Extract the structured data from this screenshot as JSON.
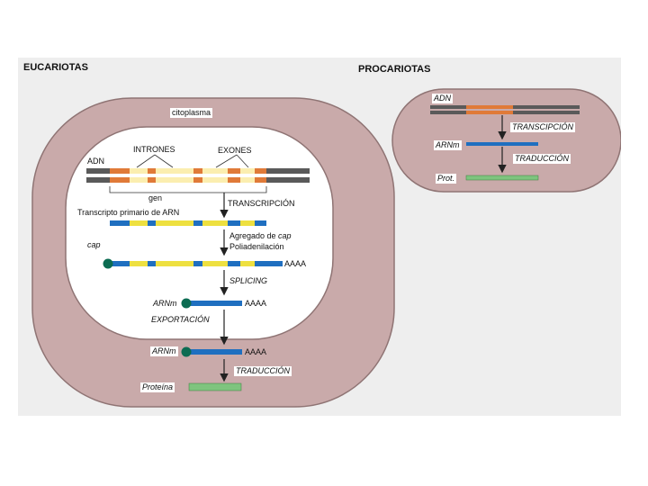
{
  "eucariotas": {
    "heading": "EUCARIOTAS",
    "cytoplasm_label": "citoplasma",
    "dna_label": "ADN",
    "introns_label": "INTRONES",
    "exons_label": "EXONES",
    "gene_label": "gen",
    "transcription_label": "TRANSCRIPCIÓN",
    "primary_transcript_label": "Transcripto primario de ARN",
    "cap_step_line1_prefix": "Agregado de ",
    "cap_step_line1_italic": "cap",
    "cap_step_line2": "Poliadenilación",
    "cap_label": "cap",
    "polya_1": "AAAA",
    "splicing_label": "SPLICING",
    "mrna_label_1": "ARNm",
    "polya_2": "AAAA",
    "export_label": "EXPORTACIÓN",
    "mrna_label_2": "ARNm",
    "polya_3": "AAAA",
    "translation_label": "TRADUCCIÓN",
    "protein_label": "Proteína"
  },
  "procariotas": {
    "heading": "PROCARIOTAS",
    "dna_label": "ADN",
    "transcription_label": "TRANSCIPCIÓN",
    "mrna_label": "ARNm",
    "translation_label": "TRADUCCIÓN",
    "protein_label": "Prot."
  },
  "colors": {
    "figure_background": "#eeeeee",
    "cell_fill": "#c9aaaa",
    "cell_stroke": "#8f7474",
    "nucleus_fill": "#ffffff",
    "dna_strand": "#5a5a5a",
    "exon": "#e07a38",
    "intron": "#fbeeb0",
    "rna_blue": "#1f6fc0",
    "rna_yellow": "#eee040",
    "cap_green": "#0c6c52",
    "protein_green": "#7ec47e",
    "arrow": "#222222"
  }
}
